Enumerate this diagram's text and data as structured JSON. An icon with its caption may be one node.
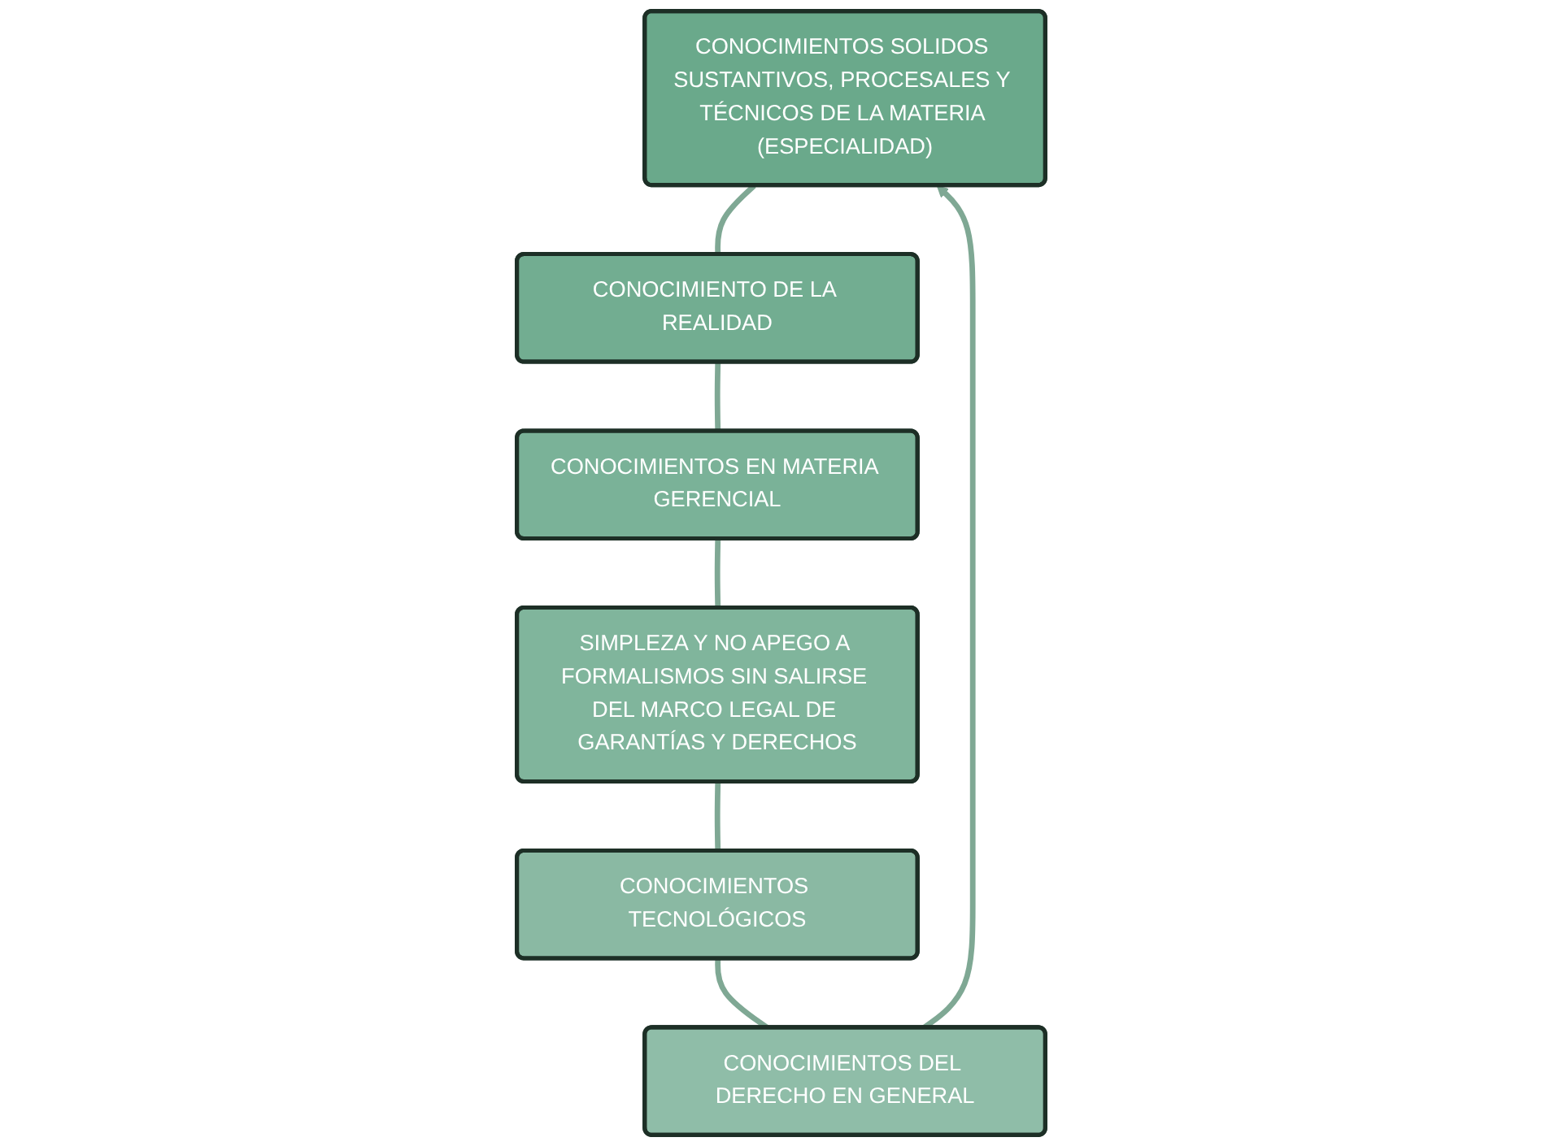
{
  "diagram": {
    "nodes": [
      {
        "text": [
          "CONOCIMIENTOS SOLIDOS SUSTANTIVOS, PROCESALES Y TÉCNICOS DE LA MATERIA (ESPECIALIDAD)"
        ]
      },
      {
        "text": [
          "CONOCIMIENTO DE LA REALIDAD"
        ]
      },
      {
        "text": [
          "CONOCIMIENTOS EN MATERIA GERENCIAL"
        ]
      },
      {
        "text": [
          "SIMPLEZA Y NO APEGO A FORMALISMOS SIN SALIRSE DEL MARCO LEGAL DE GARANTÍAS Y DERECHOS"
        ]
      },
      {
        "text": [
          "CONOCIMIENTOS TECNOLÓGICOS"
        ]
      },
      {
        "text": [
          "CONOCIMIENTOS DEL DERECHO EN GENERAL"
        ]
      }
    ],
    "edges": [
      {
        "from": 0,
        "to": 1,
        "arrow": "none"
      },
      {
        "from": 1,
        "to": 2,
        "arrow": "none"
      },
      {
        "from": 2,
        "to": 3,
        "arrow": "none"
      },
      {
        "from": 3,
        "to": 4,
        "arrow": "none"
      },
      {
        "from": 4,
        "to": 5,
        "arrow": "none"
      },
      {
        "from": 5,
        "to": 0,
        "arrow": "to"
      }
    ]
  }
}
